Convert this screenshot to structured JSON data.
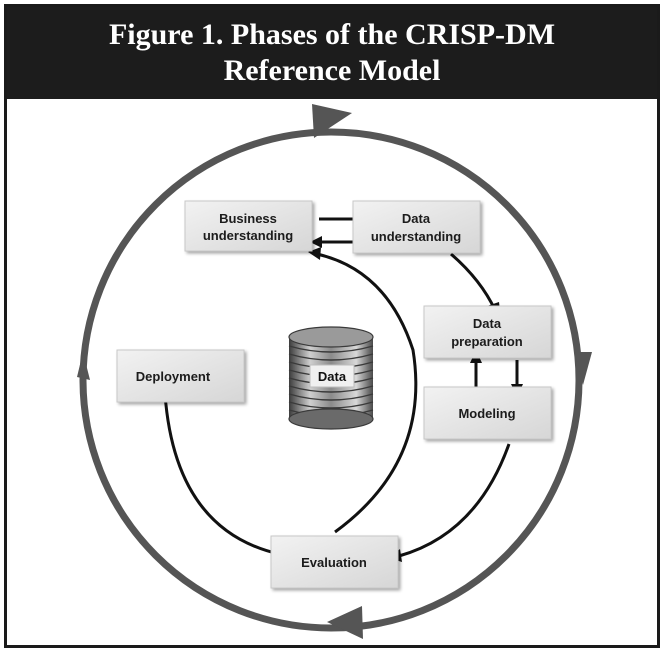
{
  "figure": {
    "title_line1": "Figure 1. Phases of the CRISP-DM",
    "title_line2": "Reference Model"
  },
  "diagram": {
    "center_label": "Data",
    "phases": {
      "business_understanding": [
        "Business",
        "understanding"
      ],
      "data_understanding": [
        "Data",
        "understanding"
      ],
      "data_preparation": [
        "Data",
        "preparation"
      ],
      "modeling": [
        "Modeling"
      ],
      "evaluation": [
        "Evaluation"
      ],
      "deployment": [
        "Deployment"
      ]
    }
  },
  "colors": {
    "header_bg": "#1c1c1c",
    "cycle_ring": "#555555",
    "box_fill": "#e4e4e4",
    "arrow": "#111111"
  }
}
